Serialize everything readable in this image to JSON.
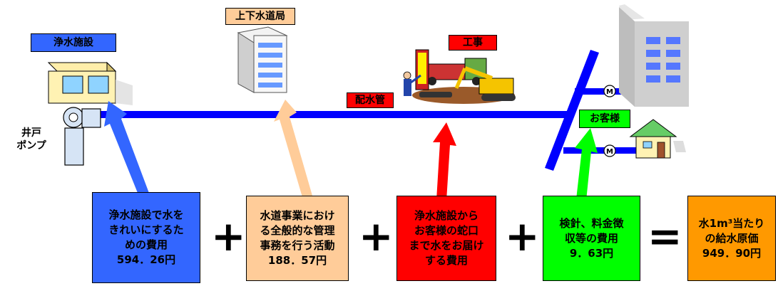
{
  "labels": {
    "purification_facility": "浄水施設",
    "waterworks_bureau": "上下水道局",
    "construction": "工事",
    "distribution_pipe": "配水管",
    "well_pump_line1": "井戸",
    "well_pump_line2": "ポンプ",
    "customer": "お客様",
    "meter_symbol": "M"
  },
  "cost_boxes": [
    {
      "lines": [
        "浄水施設で水を",
        "きれいにするた",
        "めの費用"
      ],
      "amount": "594．26円",
      "color": "#3366ff"
    },
    {
      "lines": [
        "水道事業におけ",
        "る全般的な管理",
        "事務を行う活動"
      ],
      "amount": "188．57円",
      "color": "#ffcc99"
    },
    {
      "lines": [
        "浄水施設から",
        "お客様の蛇口",
        "まで水をお届け",
        "する費用"
      ],
      "amount": "",
      "color": "#ff0000"
    },
    {
      "lines": [
        "検針、料金徴",
        "収等の費用"
      ],
      "amount": "9．63円",
      "color": "#00ff00"
    }
  ],
  "result_box": {
    "lines": [
      "水1m³当たり",
      "の給水原価"
    ],
    "amount": "949．90円",
    "color": "#ff9900"
  },
  "operators": {
    "plus": "+",
    "equals": "="
  },
  "colors": {
    "pipe": "#0000ff",
    "arrow_blue": "#3366ff",
    "arrow_peach": "#ffcc99",
    "arrow_red": "#ff0000",
    "arrow_green": "#00ff00"
  }
}
